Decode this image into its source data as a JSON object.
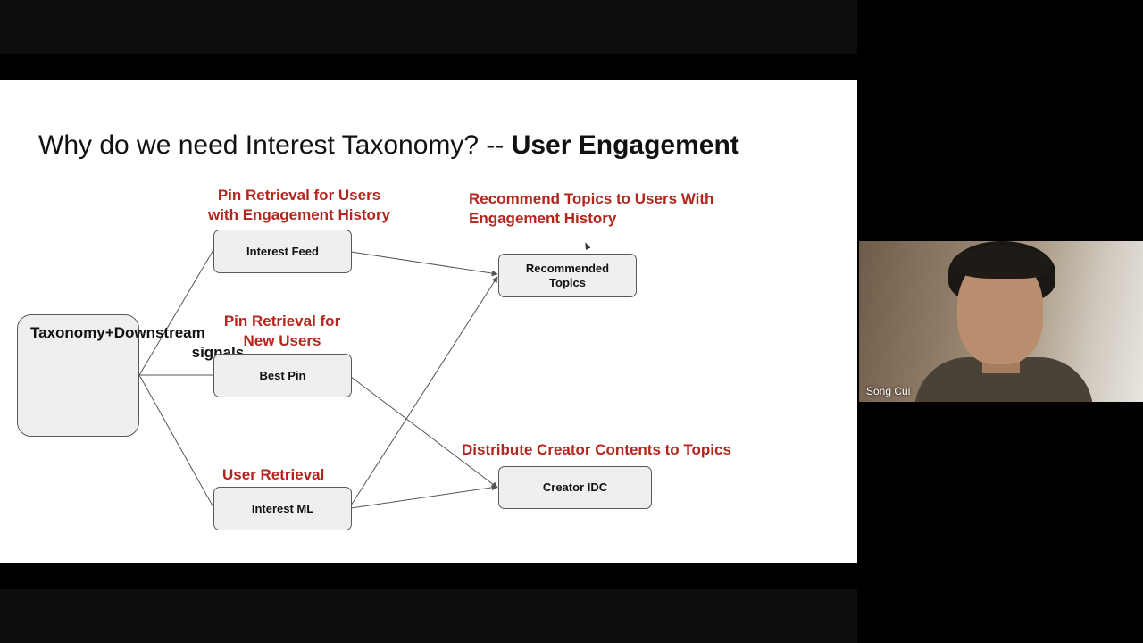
{
  "slide": {
    "title_prefix": "Why do we need Interest Taxonomy? -- ",
    "title_bold": "User Engagement",
    "labels": {
      "pin_retrieval_users_line1": "Pin Retrieval for Users",
      "pin_retrieval_users_line2": "with Engagement History",
      "pin_retrieval_new_line1": "Pin Retrieval for",
      "pin_retrieval_new_line2": "New Users",
      "user_retrieval": "User Retrieval",
      "recommend_topics_line1": "Recommend Topics to Users With",
      "recommend_topics_line2": "Engagement History",
      "distribute_creator": "Distribute Creator Contents to Topics"
    },
    "boxes": {
      "taxonomy_lines": [
        "Taxonomy",
        "+",
        "Downstrea",
        "m signals"
      ],
      "interest_feed": "Interest Feed",
      "best_pin": "Best Pin",
      "interest_ml": "Interest ML",
      "recommended_topics_line1": "Recommended",
      "recommended_topics_line2": "Topics",
      "creator_idc": "Creator IDC"
    },
    "colors": {
      "label_red": "#b3261e",
      "box_fill": "#efefef",
      "box_border": "#595959",
      "connector": "#555555"
    }
  },
  "video": {
    "participant_name": "Song Cui"
  }
}
